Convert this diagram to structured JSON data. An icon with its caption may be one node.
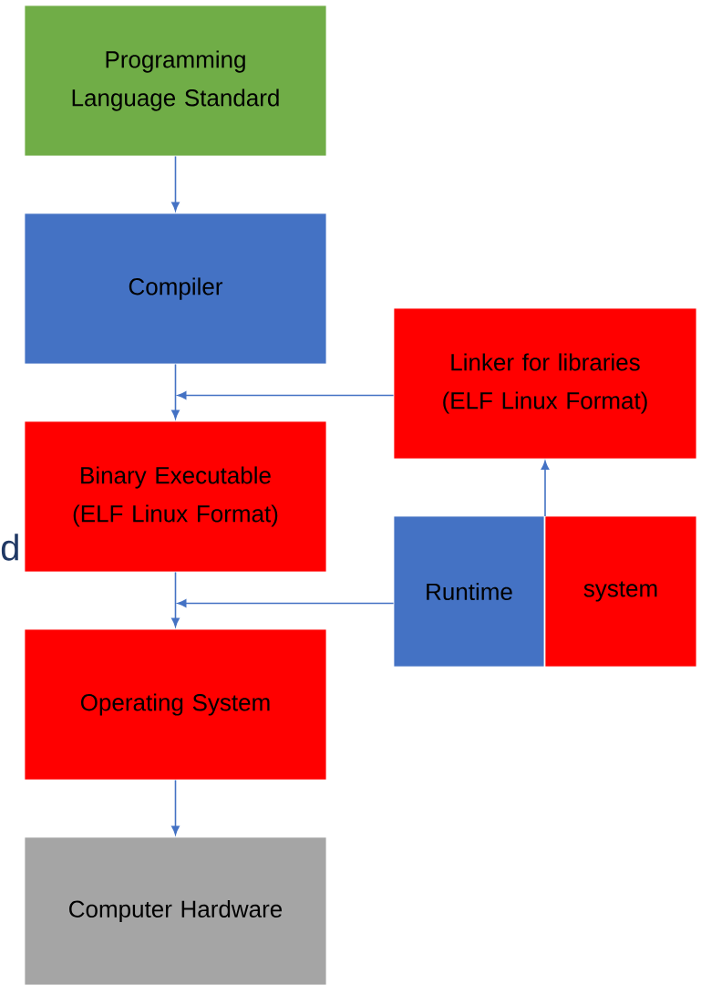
{
  "diagram": {
    "nodes": [
      {
        "text": [
          "Programming Language Standard"
        ]
      },
      {
        "text": [
          "Compiler"
        ]
      },
      {
        "text": [
          "Binary Executable (ELF Linux Format)"
        ]
      },
      {
        "text": [
          "Operating System"
        ]
      },
      {
        "text": [
          "Computer Hardware"
        ]
      },
      {
        "text": [
          "Linker for libraries (ELF Linux Format)"
        ]
      },
      {
        "text": [
          "Runtime"
        ]
      },
      {
        "text": [
          "system"
        ]
      }
    ],
    "edges": [
      {
        "from": 0,
        "to": 1,
        "arrow": "to"
      },
      {
        "from": 1,
        "to": 2,
        "arrow": "to"
      },
      {
        "from": 5,
        "to": 2,
        "arrow": "to"
      },
      {
        "from": 2,
        "to": 3,
        "arrow": "to"
      },
      {
        "from": 6,
        "to": 3,
        "arrow": "to"
      },
      {
        "from": 3,
        "to": 4,
        "arrow": "to"
      },
      {
        "from": 6,
        "to": 5,
        "arrow": "to"
      }
    ],
    "labels": [
      "d"
    ]
  }
}
